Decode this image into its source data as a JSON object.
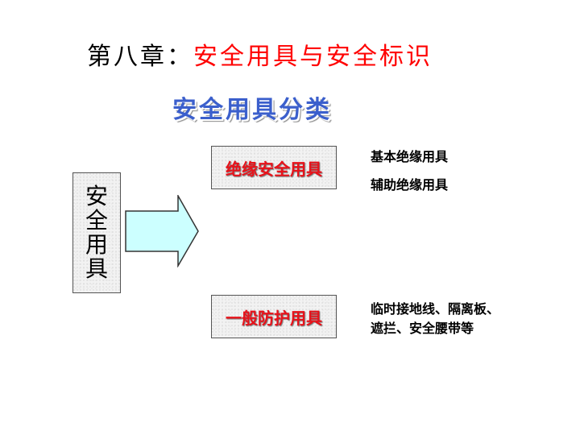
{
  "title": {
    "prefix": "第八章：",
    "main": "安全用具与安全标识"
  },
  "subtitle": "安全用具分类",
  "root": {
    "label": "安全用具"
  },
  "categories": [
    {
      "label": "绝缘安全用具",
      "items": [
        "基本绝缘用具",
        "辅助绝缘用具"
      ]
    },
    {
      "label": "一般防护用具",
      "items": [
        "临时接地线、隔离板、",
        "遮拦、安全腰带等"
      ]
    }
  ],
  "colors": {
    "title_highlight": "#ff0000",
    "subtitle": "#3b5fcc",
    "category_text": "#e8121a",
    "arrow_fill": "#ccffff",
    "arrow_stroke": "#333333",
    "box_texture": "#f2f2f2"
  }
}
